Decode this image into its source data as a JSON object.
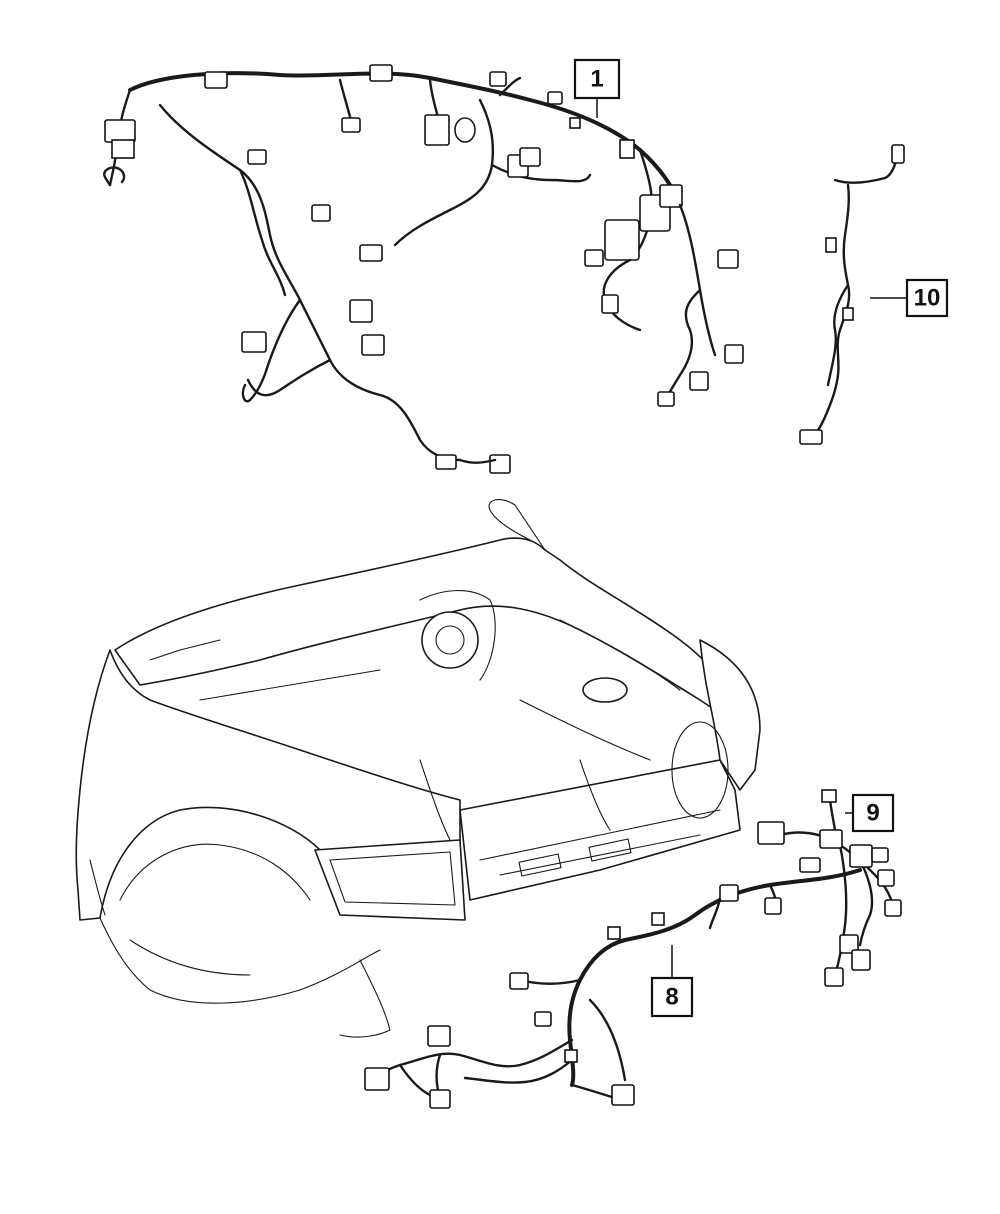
{
  "callouts": [
    {
      "id": "1",
      "label": "1"
    },
    {
      "id": "10",
      "label": "10"
    },
    {
      "id": "9",
      "label": "9"
    },
    {
      "id": "8",
      "label": "8"
    }
  ],
  "colors": {
    "line": "#1a1a1a",
    "background": "#ffffff"
  }
}
